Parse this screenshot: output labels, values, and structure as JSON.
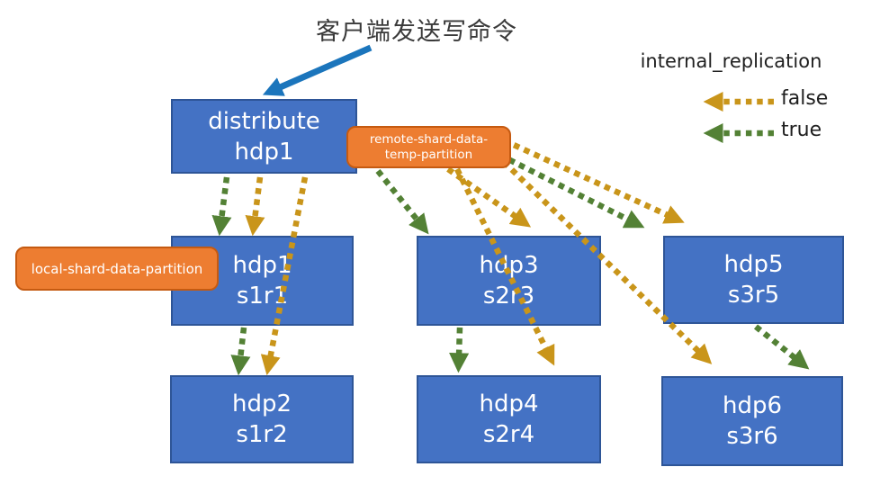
{
  "title": "客户端发送写命令",
  "legend": {
    "title": "internal_replication",
    "false_label": "false",
    "true_label": "true"
  },
  "callouts": {
    "remote": "remote-shard-data-temp-partition",
    "local": "local-shard-data-partition"
  },
  "nodes": {
    "distribute": {
      "line1": "distribute",
      "line2": "hdp1"
    },
    "s1r1": {
      "line1": "hdp1",
      "line2": "s1r1"
    },
    "s2r3": {
      "line1": "hdp3",
      "line2": "s2r3"
    },
    "s3r5": {
      "line1": "hdp5",
      "line2": "s3r5"
    },
    "s1r2": {
      "line1": "hdp2",
      "line2": "s1r2"
    },
    "s2r4": {
      "line1": "hdp4",
      "line2": "s2r4"
    },
    "s3r6": {
      "line1": "hdp6",
      "line2": "s3r6"
    }
  },
  "edges": [
    {
      "from": "client",
      "to": "distribute-hdp1",
      "style": "solid-blue",
      "meaning": "client write command"
    },
    {
      "from": "distribute-hdp1",
      "to": "hdp1-s1r1",
      "internal_replication": "true"
    },
    {
      "from": "distribute-hdp1",
      "to": "hdp1-s1r1",
      "internal_replication": "false"
    },
    {
      "from": "distribute-hdp1",
      "to": "hdp2-s1r2",
      "internal_replication": "false"
    },
    {
      "from": "hdp1-s1r1",
      "to": "hdp2-s1r2",
      "internal_replication": "true"
    },
    {
      "from": "distribute-hdp1",
      "to": "hdp3-s2r3",
      "internal_replication": "true"
    },
    {
      "from": "distribute-hdp1",
      "to": "hdp3-s2r3",
      "internal_replication": "false"
    },
    {
      "from": "distribute-hdp1",
      "to": "hdp4-s2r4",
      "internal_replication": "false"
    },
    {
      "from": "hdp3-s2r3",
      "to": "hdp4-s2r4",
      "internal_replication": "true"
    },
    {
      "from": "distribute-hdp1",
      "to": "hdp5-s3r5",
      "internal_replication": "true"
    },
    {
      "from": "distribute-hdp1",
      "to": "hdp5-s3r5",
      "internal_replication": "false"
    },
    {
      "from": "distribute-hdp1",
      "to": "hdp6-s3r6",
      "internal_replication": "false"
    },
    {
      "from": "hdp5-s3r5",
      "to": "hdp6-s3r6",
      "internal_replication": "true"
    }
  ],
  "colors": {
    "node_fill": "#4472C4",
    "node_border": "#2E5597",
    "callout_fill": "#ED7D31",
    "callout_border": "#C55A11",
    "false_arrow": "#C9951A",
    "true_arrow": "#538135",
    "client_arrow": "#1B75BC"
  }
}
